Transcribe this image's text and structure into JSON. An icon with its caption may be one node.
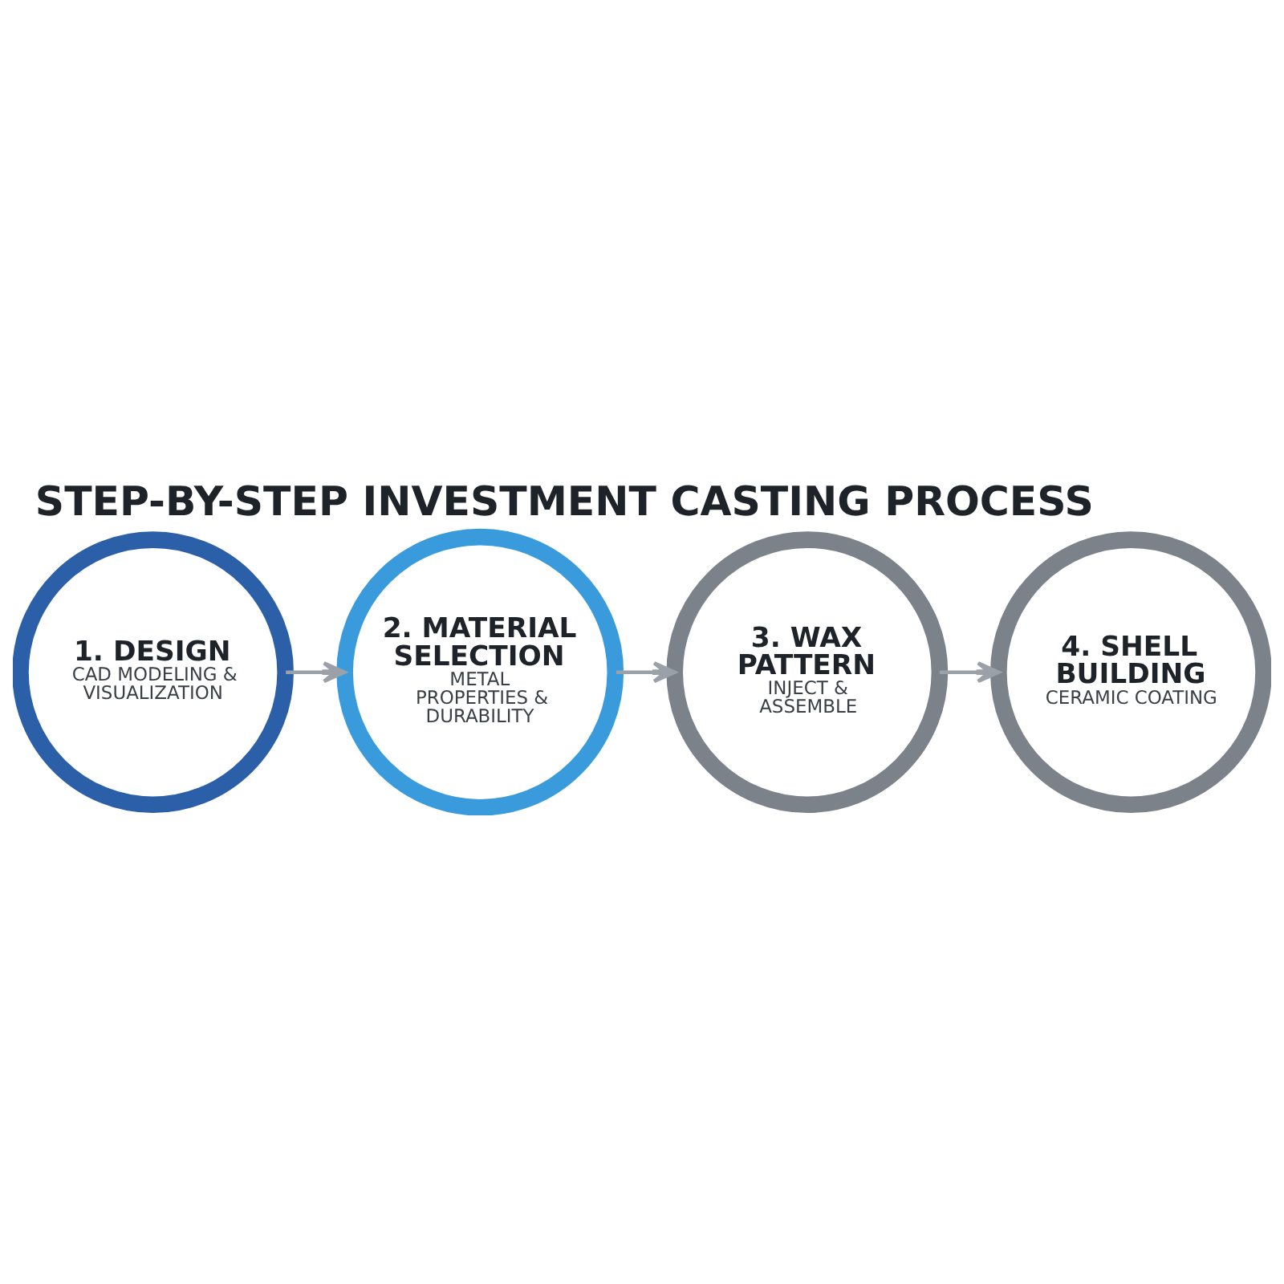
{
  "diagram": {
    "title": "STEP-BY-STEP INVESTMENT CASTING PROCESS",
    "nodes": [
      {
        "text": [
          "1. DESIGN",
          "CAD MODELING & VISUALIZATION"
        ]
      },
      {
        "text": [
          "2. MATERIAL SELECTION",
          "METAL PROPERTIES & DURABILITY"
        ]
      },
      {
        "text": [
          "3. WAX PATTERN",
          "INJECT & ASSEMBLE"
        ]
      },
      {
        "text": [
          "4. SHELL BUILDING",
          "CERAMIC COATING"
        ]
      }
    ],
    "edges": [
      {
        "from": 0,
        "to": 1,
        "arrow": "to"
      },
      {
        "from": 1,
        "to": 2,
        "arrow": "to"
      },
      {
        "from": 2,
        "to": 3,
        "arrow": "to"
      }
    ]
  }
}
